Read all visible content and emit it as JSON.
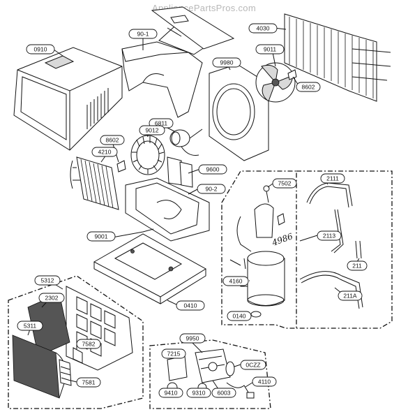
{
  "watermark": "AppliancePartsPros.com",
  "handwritten_note": "4986",
  "part_labels": {
    "p0910": "0910",
    "p901": "90-1",
    "p4030": "4030",
    "p9011": "9011",
    "p9980": "9980",
    "p8602a": "8602",
    "p8602b": "8602",
    "p6811": "6811",
    "p9012": "9012",
    "p4210": "4210",
    "p9600": "9600",
    "p902": "90-2",
    "p9001": "9001",
    "p0410": "0410",
    "p7502": "7502",
    "p2111": "2111",
    "p2113": "2113",
    "p211": "211",
    "p211a": "211A",
    "p4160": "4160",
    "p0140": "0140",
    "p5312": "5312",
    "p2302": "2302",
    "p5311": "5311",
    "p7582": "7582",
    "p7581": "7581",
    "p9950": "9950",
    "p7215": "7215",
    "p0czz": "0CZZ",
    "p4110": "4110",
    "p9410": "9410",
    "p9310": "9310",
    "p6003": "6003"
  }
}
